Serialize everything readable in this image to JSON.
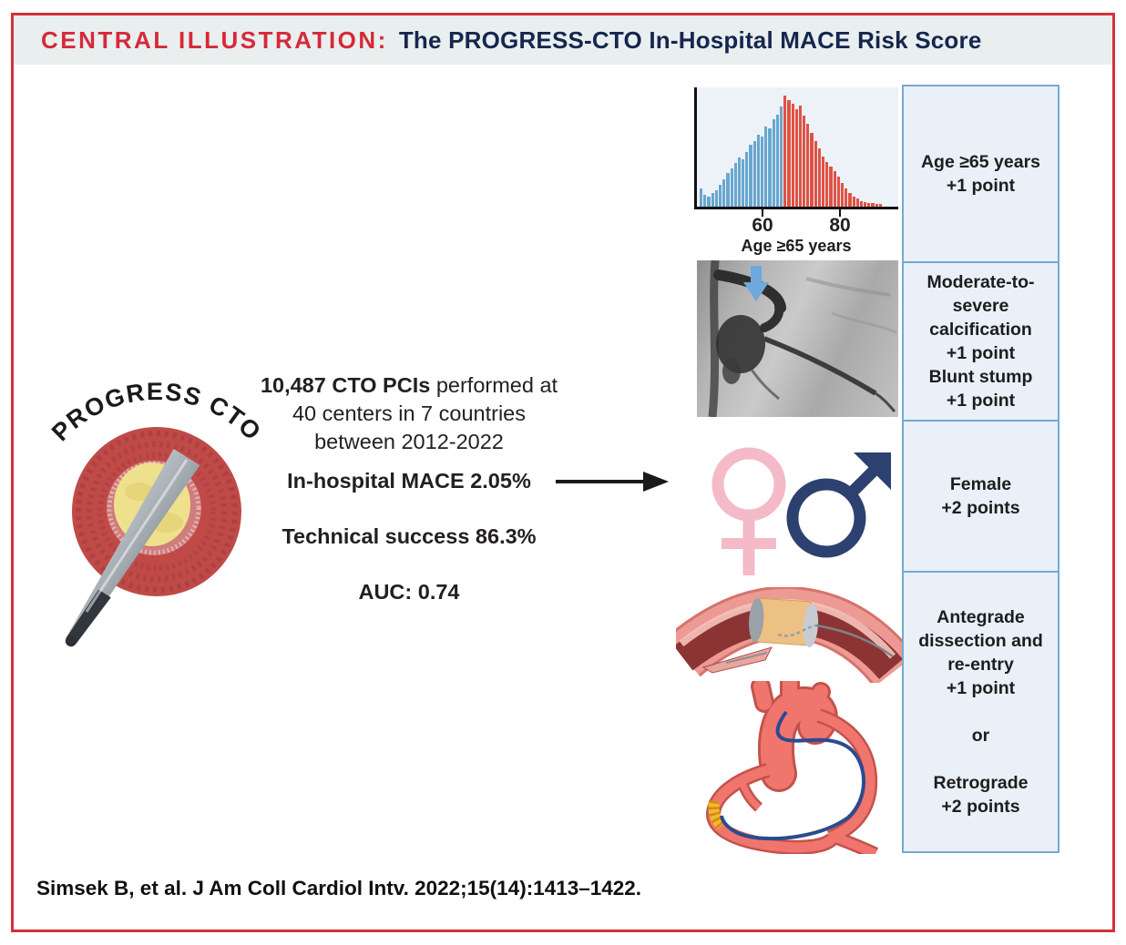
{
  "header": {
    "label": "CENTRAL ILLUSTRATION:",
    "title": "The PROGRESS-CTO In-Hospital MACE Risk Score"
  },
  "logo": {
    "arc_text": "PROGRESS CTO"
  },
  "summary": {
    "cohort_bold": "10,487 CTO PCIs",
    "cohort_rest": " performed at",
    "cohort_line2": "40 centers in 7 countries",
    "cohort_line3": "between 2012-2022",
    "mace": "In-hospital MACE 2.05%",
    "success": "Technical success 86.3%",
    "auc": "AUC: 0.74"
  },
  "chart_data": {
    "type": "bar",
    "title": "",
    "xlabel": "Age ≥65 years",
    "ylabel": "",
    "xticks": [
      {
        "label": "60",
        "pos": 0.33
      },
      {
        "label": "80",
        "pos": 0.71
      }
    ],
    "values": [
      16,
      10,
      9,
      12,
      14,
      19,
      24,
      29,
      33,
      38,
      43,
      41,
      48,
      54,
      57,
      63,
      61,
      70,
      68,
      76,
      80,
      87,
      97,
      93,
      90,
      85,
      88,
      79,
      72,
      64,
      57,
      51,
      44,
      39,
      35,
      31,
      26,
      21,
      16,
      12,
      9,
      7,
      5,
      4,
      3,
      3,
      2,
      2
    ],
    "split_index": 22,
    "colors": {
      "below_65": "#68a7cf",
      "above_65": "#e05243"
    },
    "legend_note": "blue bars age <65, red bars age ≥65"
  },
  "score_boxes": [
    {
      "lines": [
        "Age ≥65 years",
        "+1 point"
      ]
    },
    {
      "lines": [
        "Moderate-to-",
        "severe",
        "calcification",
        "+1 point",
        "Blunt stump",
        "+1 point"
      ]
    },
    {
      "lines": [
        "Female",
        "+2 points"
      ]
    },
    {
      "lines": [
        "Antegrade",
        "dissection and",
        "re-entry",
        "+1 point",
        "",
        "or",
        "",
        "Retrograde",
        "+2 points"
      ]
    }
  ],
  "citation": "Simsek B, et al. J Am Coll Cardiol Intv. 2022;15(14):1413–1422.",
  "colors": {
    "frame_red": "#d5303c",
    "header_bg": "#e9efee",
    "header_label_red": "#d6293a",
    "header_title_navy": "#16264f",
    "box_border_blue": "#74a9d4",
    "box_bg": "#e9f0f8",
    "female_pink": "#f4bac7",
    "male_navy": "#2d4170",
    "occlusion_arrow_blue": "#6fa8dc",
    "flow_arrow_black": "#1a1a1a"
  }
}
